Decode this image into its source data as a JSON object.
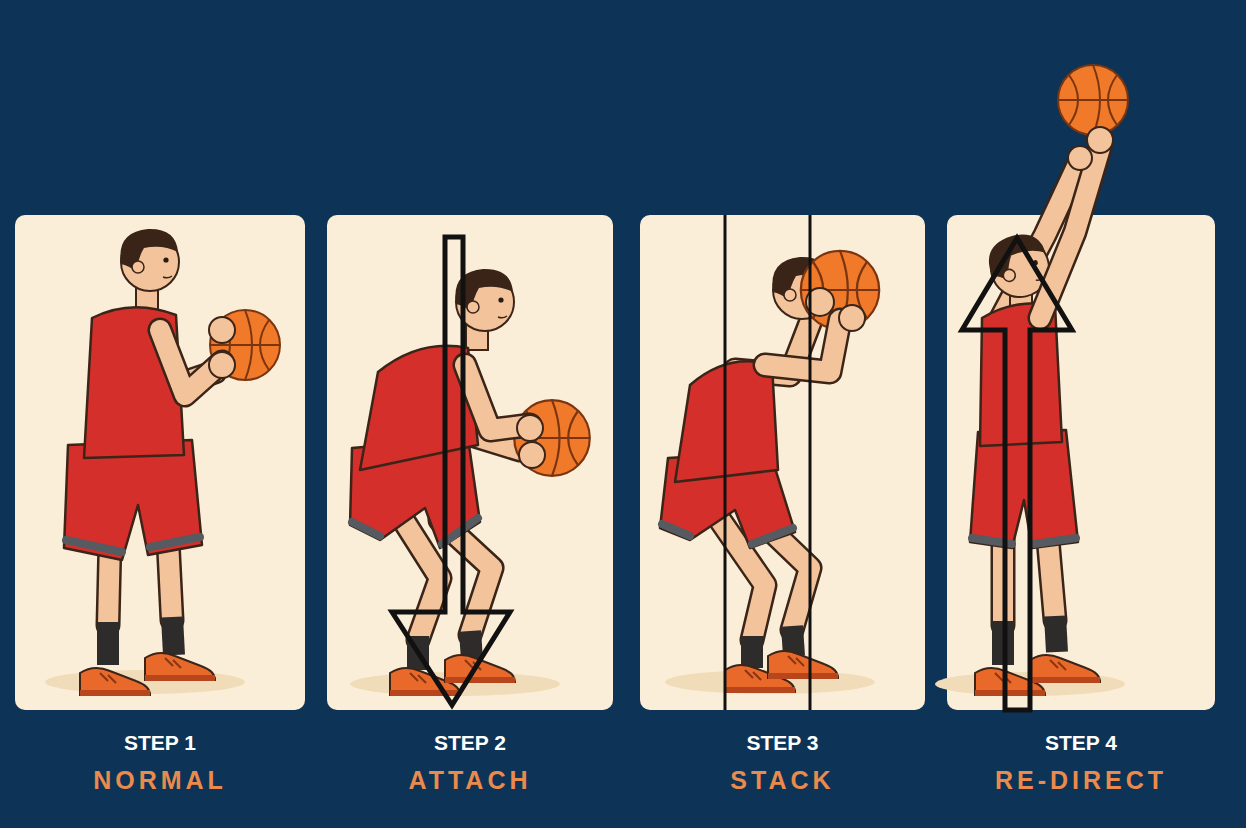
{
  "diagram": {
    "nodes": [
      {
        "text": [
          "STEP 1",
          "NORMAL"
        ]
      },
      {
        "text": [
          "STEP 2",
          "ATTACH"
        ]
      },
      {
        "text": [
          "STEP 3",
          "STACK"
        ]
      },
      {
        "text": [
          "STEP 4",
          "RE-DIRECT"
        ]
      }
    ]
  }
}
